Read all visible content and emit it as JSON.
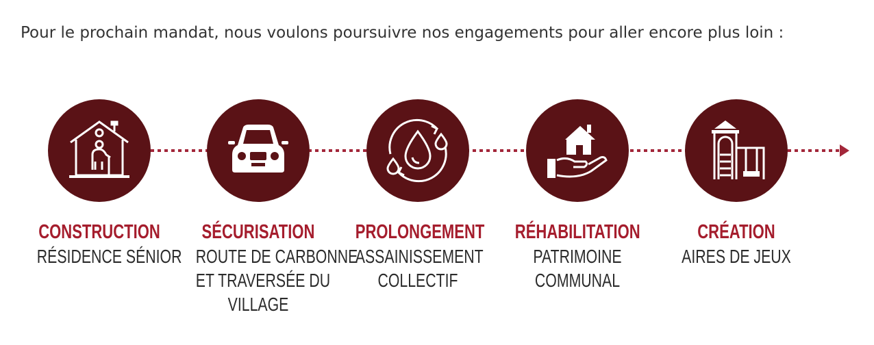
{
  "intro": "Pour le prochain mandat, nous voulons poursuivre nos engagements pour aller encore plus loin :",
  "colors": {
    "circle": "#5a1216",
    "accent": "#a51d2d",
    "line": "#a3273a",
    "text": "#2b2b2b"
  },
  "steps": [
    {
      "icon": "house-senior-icon",
      "title": "CONSTRUCTION",
      "lines": [
        "RÉSIDENCE SÉNIOR"
      ]
    },
    {
      "icon": "car-icon",
      "title": "SÉCURISATION",
      "lines": [
        "ROUTE DE CARBONNE",
        "ET TRAVERSÉE DU",
        "VILLAGE"
      ]
    },
    {
      "icon": "water-cycle-icon",
      "title": "PROLONGEMENT",
      "lines": [
        "ASSAINISSEMENT",
        "COLLECTIF"
      ]
    },
    {
      "icon": "hand-house-icon",
      "title": "RÉHABILITATION",
      "lines": [
        "PATRIMOINE",
        "COMMUNAL"
      ]
    },
    {
      "icon": "playground-icon",
      "title": "CRÉATION",
      "lines": [
        "AIRES DE JEUX"
      ]
    }
  ]
}
